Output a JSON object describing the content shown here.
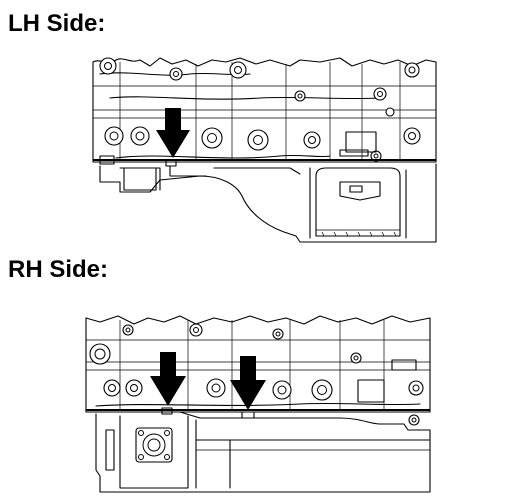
{
  "sections": [
    {
      "id": "lh",
      "heading": "LH Side:",
      "arrow_count": 1,
      "arrow-icon": "down-arrow-icon"
    },
    {
      "id": "rh",
      "heading": "RH Side:",
      "arrow_count": 2,
      "arrow-icon": "down-arrow-icon"
    }
  ]
}
